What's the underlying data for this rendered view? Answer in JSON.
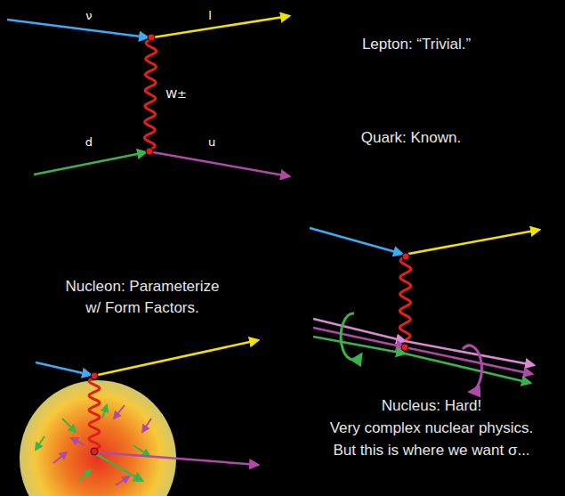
{
  "diagram": {
    "labels": [
      "ν",
      "l",
      "W±",
      "d",
      "u",
      "Lepton: “Trivial.”",
      "Quark: Known.",
      "Nucleon: Parameterize",
      "w/ Form Factors.",
      "Nucleus: Hard!",
      "Very complex nuclear physics.",
      "But this is where we want σ..."
    ]
  }
}
